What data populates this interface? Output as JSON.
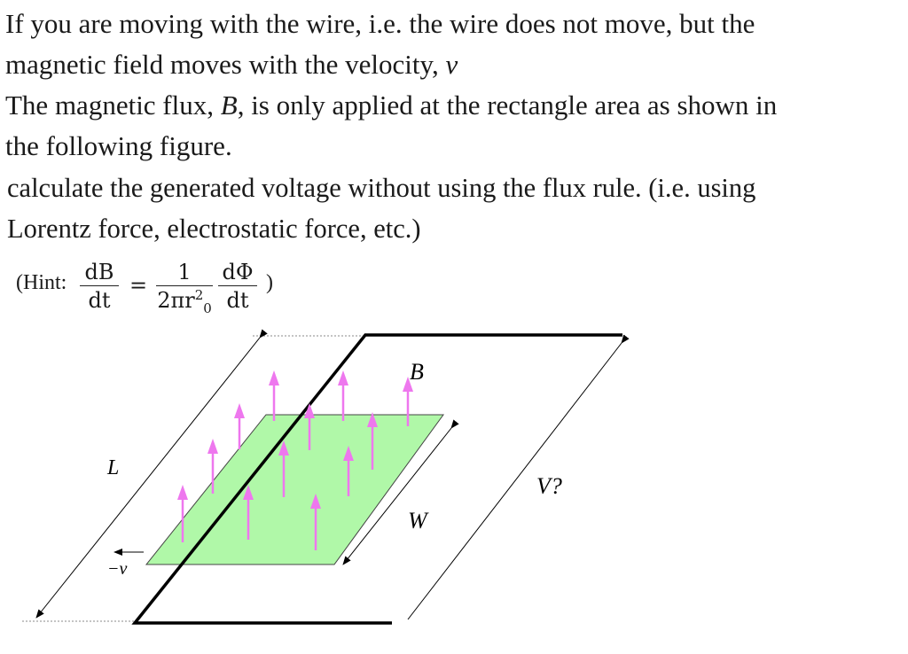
{
  "question": {
    "p1_a": "If you are moving with the wire, i.e. the wire does not move, but the",
    "p1_b": "magnetic field moves with the velocity,",
    "p1_v": "v",
    "p2_a": "The magnetic flux,",
    "p2_b": "B",
    "p2_c": ", is only applied at the rectangle area as shown in",
    "p2_d": "the following figure.",
    "p3_a": "calculate the generated voltage without using the flux rule. (i.e. using",
    "p3_b": "Lorentz force, electrostatic force, etc.)"
  },
  "hint": {
    "open": "(Hint:",
    "lhs_num": "dB",
    "lhs_den": "dt",
    "equals": "=",
    "c_num": "1",
    "c_den": "2πr",
    "c_den_sup": "2",
    "c_den_sub": "0",
    "rhs_num": "dΦ",
    "rhs_den": "dt",
    "close": ")"
  },
  "figure": {
    "label_L": "L",
    "label_B": "B",
    "label_W": "W",
    "label_V": "V?",
    "label_v": "−v",
    "colors": {
      "field_region": "#b0f8a8",
      "field_arrow": "#ee77ee",
      "wire": "#000000"
    }
  }
}
